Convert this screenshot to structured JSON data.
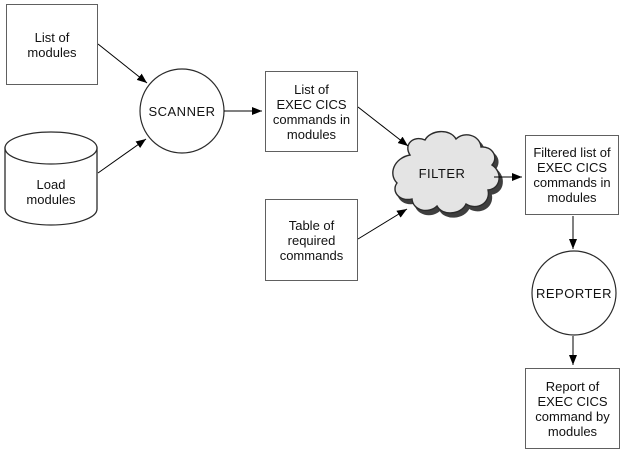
{
  "diagram": {
    "nodes": {
      "list_of_modules": {
        "type": "rectangle",
        "label": [
          "List of",
          "modules"
        ]
      },
      "load_modules": {
        "type": "cylinder",
        "label": [
          "Load",
          "modules"
        ]
      },
      "scanner": {
        "type": "circle",
        "label": "SCANNER"
      },
      "list_exec": {
        "type": "rectangle",
        "label": [
          "List of",
          "EXEC CICS",
          "commands in",
          "modules"
        ]
      },
      "table_required": {
        "type": "rectangle",
        "label": [
          "Table of",
          "required",
          "commands"
        ]
      },
      "filter": {
        "type": "cloud",
        "label": "FILTER"
      },
      "filtered_list": {
        "type": "rectangle",
        "label": [
          "Filtered list of",
          "EXEC CICS",
          "commands in",
          "modules"
        ]
      },
      "reporter": {
        "type": "circle",
        "label": "REPORTER"
      },
      "report": {
        "type": "rectangle",
        "label": [
          "Report of",
          "EXEC CICS",
          "command by",
          "modules"
        ]
      }
    },
    "edges": [
      {
        "from": "list_of_modules",
        "to": "scanner"
      },
      {
        "from": "load_modules",
        "to": "scanner"
      },
      {
        "from": "scanner",
        "to": "list_exec"
      },
      {
        "from": "list_exec",
        "to": "filter"
      },
      {
        "from": "table_required",
        "to": "filter"
      },
      {
        "from": "filter",
        "to": "filtered_list"
      },
      {
        "from": "filtered_list",
        "to": "reporter"
      },
      {
        "from": "reporter",
        "to": "report"
      }
    ],
    "colors": {
      "background": "#ffffff",
      "box_border": "#606060",
      "shape_stroke": "#2b2b2b",
      "arrow": "#000000",
      "cloud_fill": "#e4e4e4",
      "cloud_shadow": "#3f3f3f",
      "text": "#111111"
    }
  }
}
